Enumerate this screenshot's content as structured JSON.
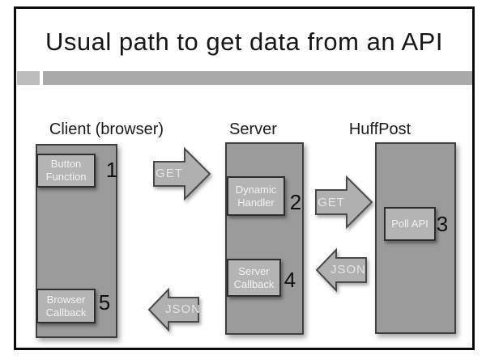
{
  "slide": {
    "title": "Usual path to get data from an API",
    "colors": {
      "frame_border": "#0c0c0c",
      "accent_bar_left": "#bdbdbd",
      "accent_bar_right": "#a9a9a9",
      "column_fill": "#9b9b9b",
      "box_fill": "#b4b4b4",
      "arrow_fill": "#b0b0b0",
      "arrow_stroke": "#4a4a4a"
    }
  },
  "diagram": {
    "columns": [
      {
        "heading": "Client (browser)"
      },
      {
        "heading": "Server"
      },
      {
        "heading": "HuffPost"
      }
    ],
    "boxes": [
      {
        "line1": "Button",
        "line2": "Function",
        "number": "1"
      },
      {
        "line1": "Dynamic",
        "line2": "Handler",
        "number": "2"
      },
      {
        "line1": "Poll API",
        "number": "3"
      },
      {
        "line1": "Server",
        "line2": "Callback",
        "number": "4"
      },
      {
        "line1": "Browser",
        "line2": "Callback",
        "number": "5"
      }
    ],
    "arrows": [
      {
        "label": "GET",
        "direction": "right"
      },
      {
        "label": "GET",
        "direction": "right"
      },
      {
        "label": "JSON",
        "direction": "left"
      },
      {
        "label": "JSON",
        "direction": "left"
      }
    ]
  }
}
